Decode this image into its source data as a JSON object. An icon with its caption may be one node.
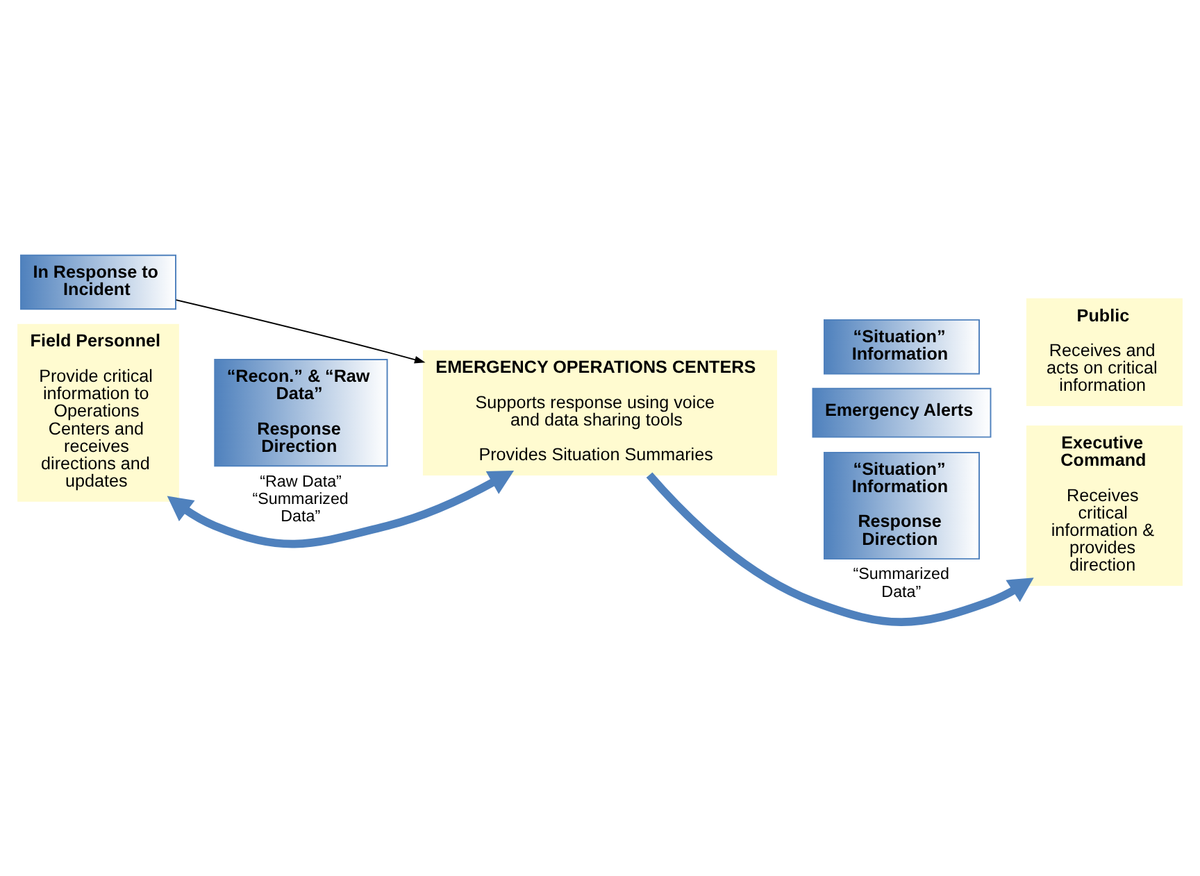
{
  "diagram": {
    "nodes": [
      {
        "text": [
          "In Response to Incident"
        ]
      },
      {
        "text": [
          "Field Personnel",
          "Provide critical information to Operations Centers and receives directions and updates"
        ]
      },
      {
        "text": [
          "“Recon.” & “Raw Data”",
          "Response Direction"
        ]
      },
      {
        "text": [
          "EMERGENCY OPERATIONS CENTERS",
          "Supports response using voice and data sharing tools",
          "Provides Situation Summaries"
        ]
      },
      {
        "text": [
          "“Situation” Information"
        ]
      },
      {
        "text": [
          "Emergency Alerts"
        ]
      },
      {
        "text": [
          "Public",
          "Receives and acts on critical information"
        ]
      },
      {
        "text": [
          "“Situation” Information",
          "Response Direction"
        ]
      },
      {
        "text": [
          "Executive Command",
          "Receives critical information & provides direction"
        ]
      }
    ],
    "edges": [
      {
        "from": 0,
        "to": 3,
        "arrow": "to",
        "color": "#000000"
      },
      {
        "from": 1,
        "to": 3,
        "arrow": "both",
        "label": "“Raw Data” “Summarized Data”"
      },
      {
        "from": 3,
        "to": 8,
        "arrow": "to",
        "label": "“Summarized Data”"
      }
    ]
  }
}
